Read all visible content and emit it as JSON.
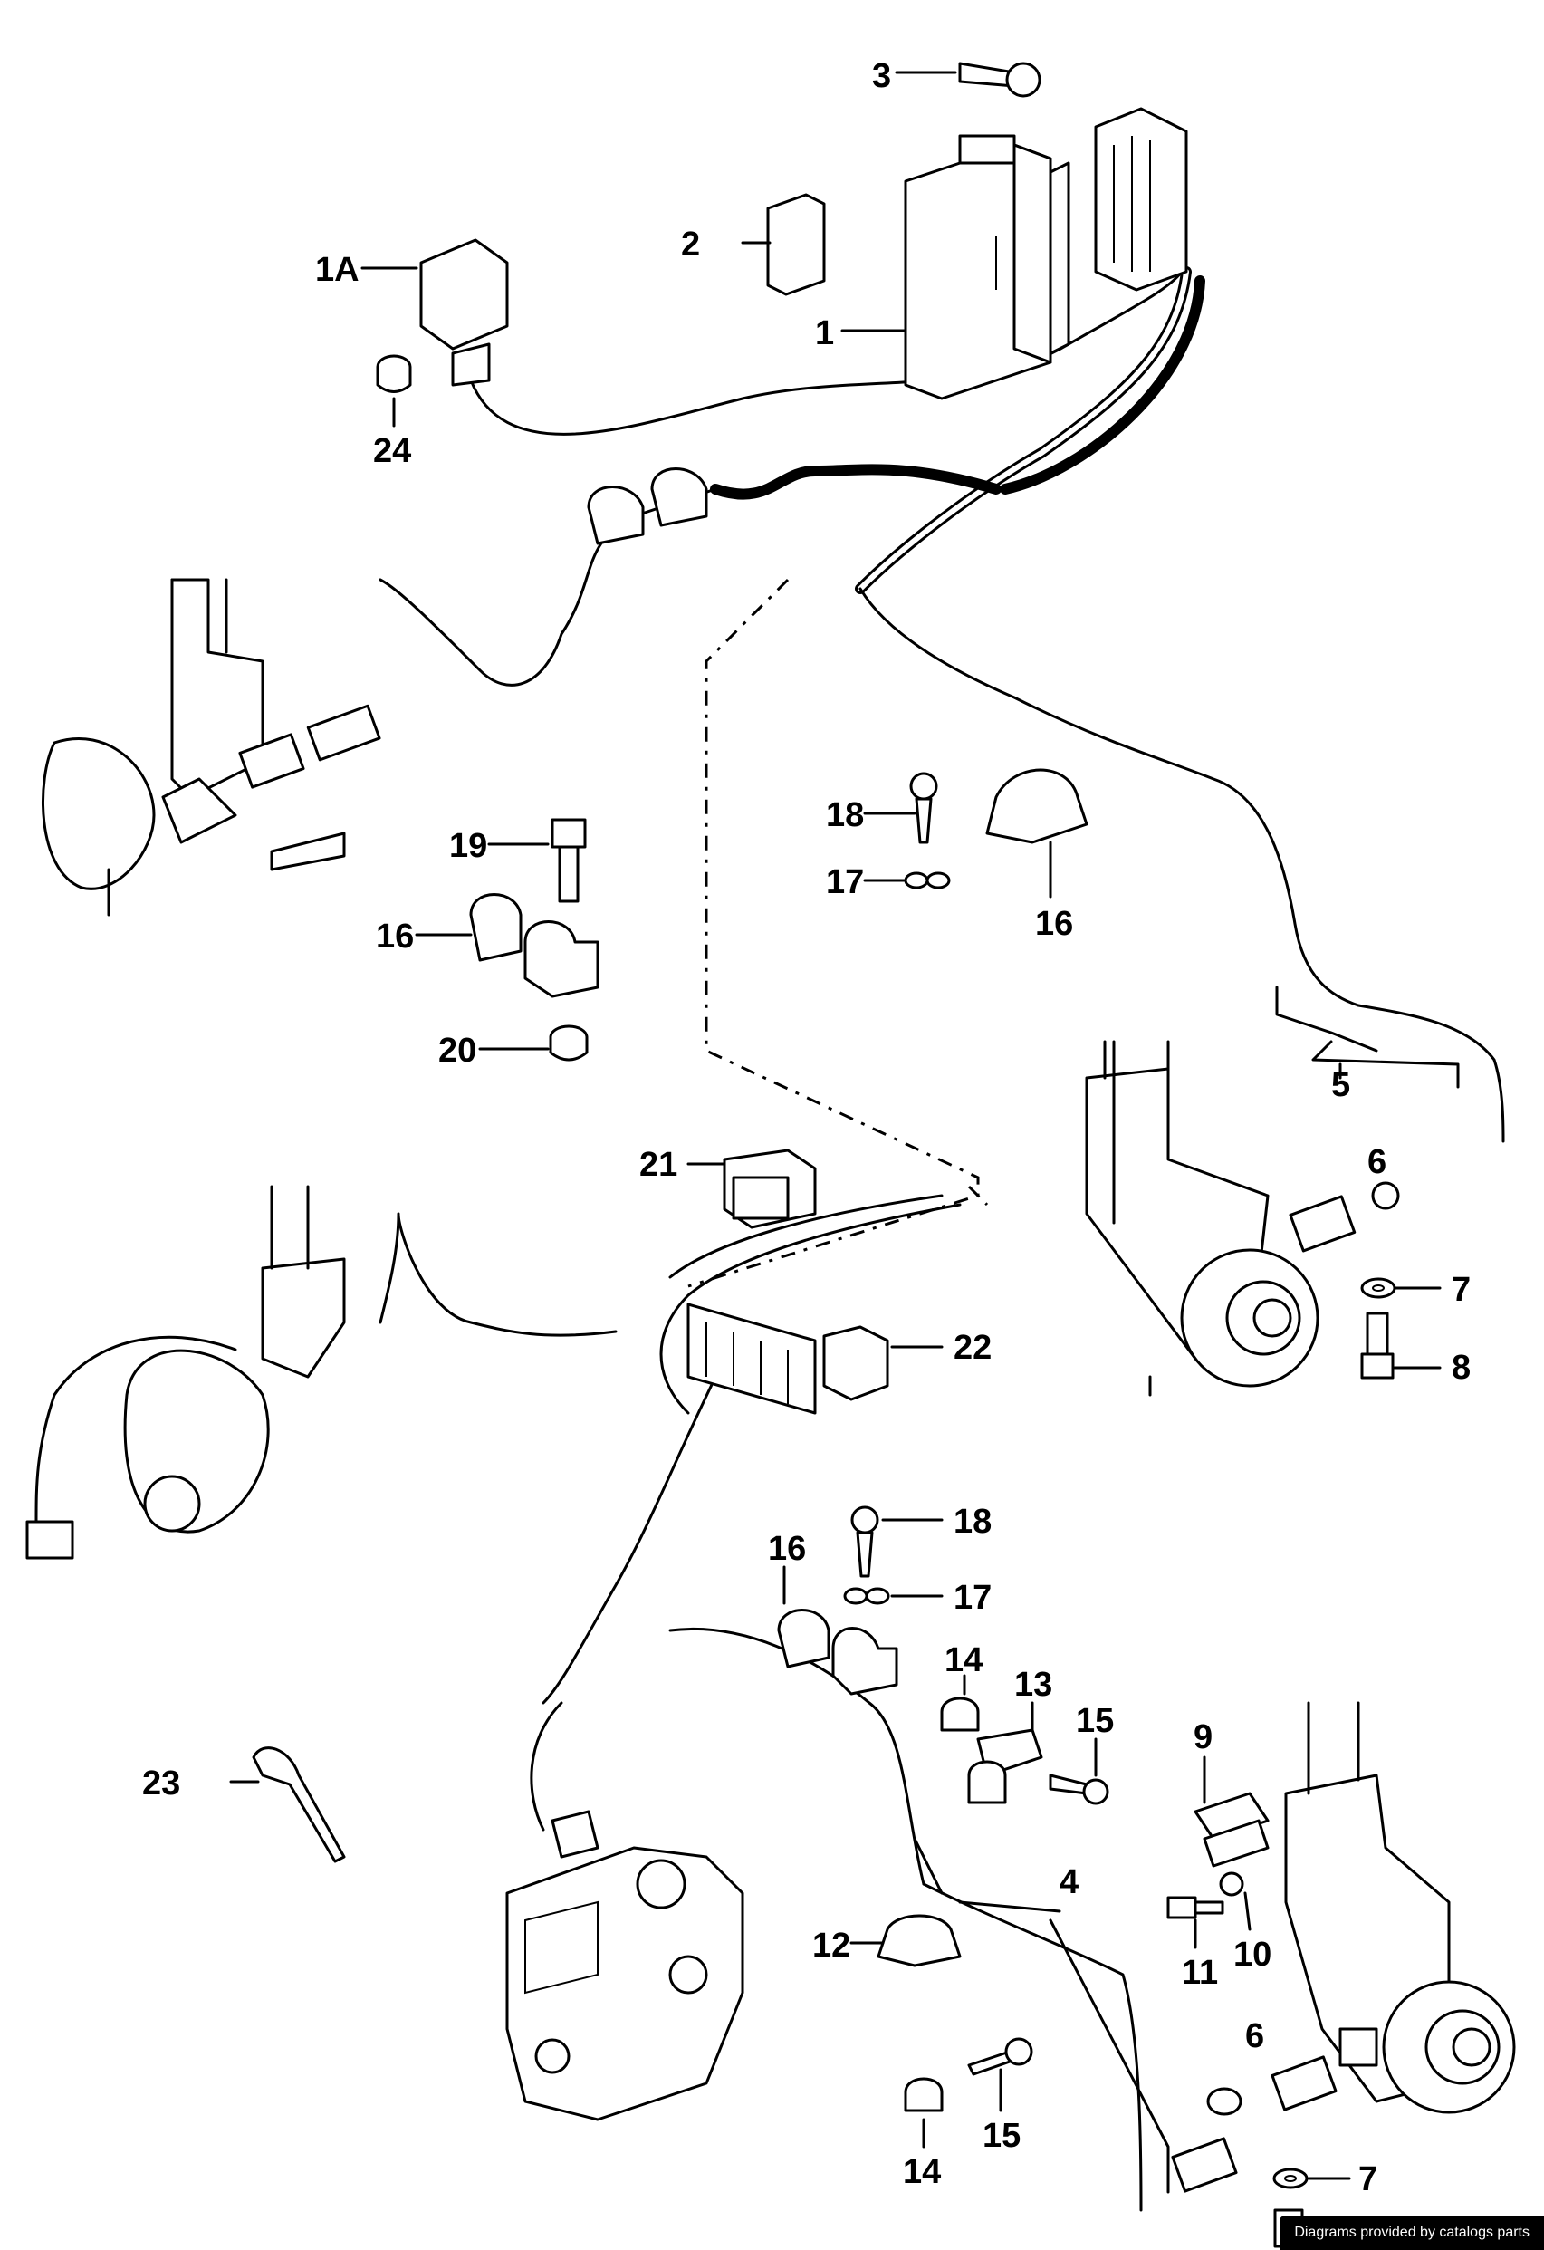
{
  "labels": {
    "p1": "1",
    "p1a": "1A",
    "p2": "2",
    "p3": "3",
    "p4": "4",
    "p5": "5",
    "p6a": "6",
    "p6b": "6",
    "p7a": "7",
    "p7b": "7",
    "p8": "8",
    "p9": "9",
    "p10": "10",
    "p11": "11",
    "p12": "12",
    "p13": "13",
    "p14a": "14",
    "p14b": "14",
    "p15a": "15",
    "p15b": "15",
    "p16a": "16",
    "p16b": "16",
    "p16c": "16",
    "p17a": "17",
    "p17b": "17",
    "p18a": "18",
    "p18b": "18",
    "p19": "19",
    "p20": "20",
    "p21": "21",
    "p22": "22",
    "p23": "23",
    "p24": "24"
  },
  "credit": "Diagrams provided by catalogs parts"
}
